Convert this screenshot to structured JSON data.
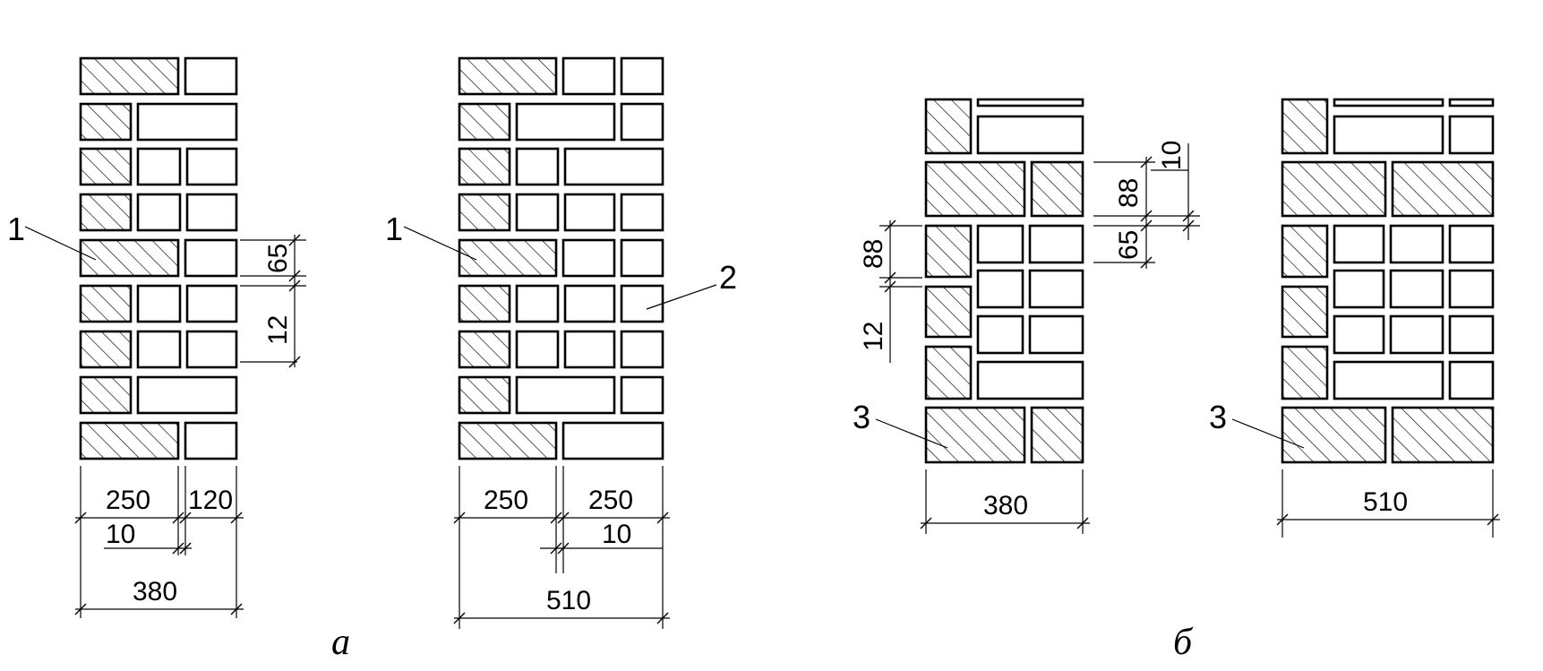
{
  "captions": {
    "a": "а",
    "b": "б"
  },
  "panels": {
    "p1": {
      "callout": "1",
      "dim_bottom": {
        "left": "250",
        "right": "120",
        "joint": "10",
        "total": "380"
      },
      "dim_side": {
        "brick": "65",
        "joint": "12"
      }
    },
    "p2": {
      "callout_hatched": "1",
      "callout_plain": "2",
      "dim_bottom": {
        "left": "250",
        "right": "250",
        "joint": "10",
        "total": "510"
      }
    },
    "p3": {
      "callout": "3",
      "dim_bottom": {
        "total": "380"
      },
      "dim_side_left": {
        "course": "88",
        "joint": "12"
      },
      "dim_side_right": {
        "joint": "10",
        "course": "88",
        "brick": "65"
      }
    },
    "p4": {
      "callout": "3",
      "dim_bottom": {
        "total": "510"
      }
    }
  }
}
